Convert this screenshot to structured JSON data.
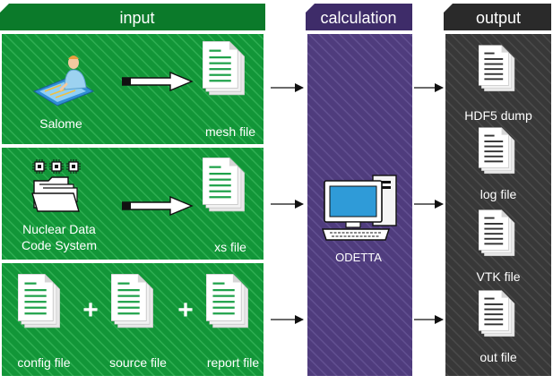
{
  "columns": {
    "input": "input",
    "calculation": "calculation",
    "output": "output"
  },
  "input": {
    "salome_label": "Salome",
    "mesh_label": "mesh file",
    "ndcs_line1": "Nuclear Data",
    "ndcs_line2": "Code System",
    "xs_label": "xs file",
    "config_label": "config file",
    "source_label": "source file",
    "report_label": "report file",
    "plus_sign": "+"
  },
  "calculation": {
    "odetta_label": "ODETTA"
  },
  "output": {
    "hdf5_label": "HDF5 dump",
    "log_label": "log file",
    "vtk_label": "VTK file",
    "out_label": "out file"
  },
  "colors": {
    "green_panel": "#129638",
    "green_header": "#0b7a2a",
    "purple_panel": "#4f3c7d",
    "purple_header": "#3e2c69",
    "dark_panel": "#3a3a3a",
    "dark_header": "#2a2a2a",
    "doc_stripe": "#1fa24a",
    "text_light": "#ffffff"
  }
}
